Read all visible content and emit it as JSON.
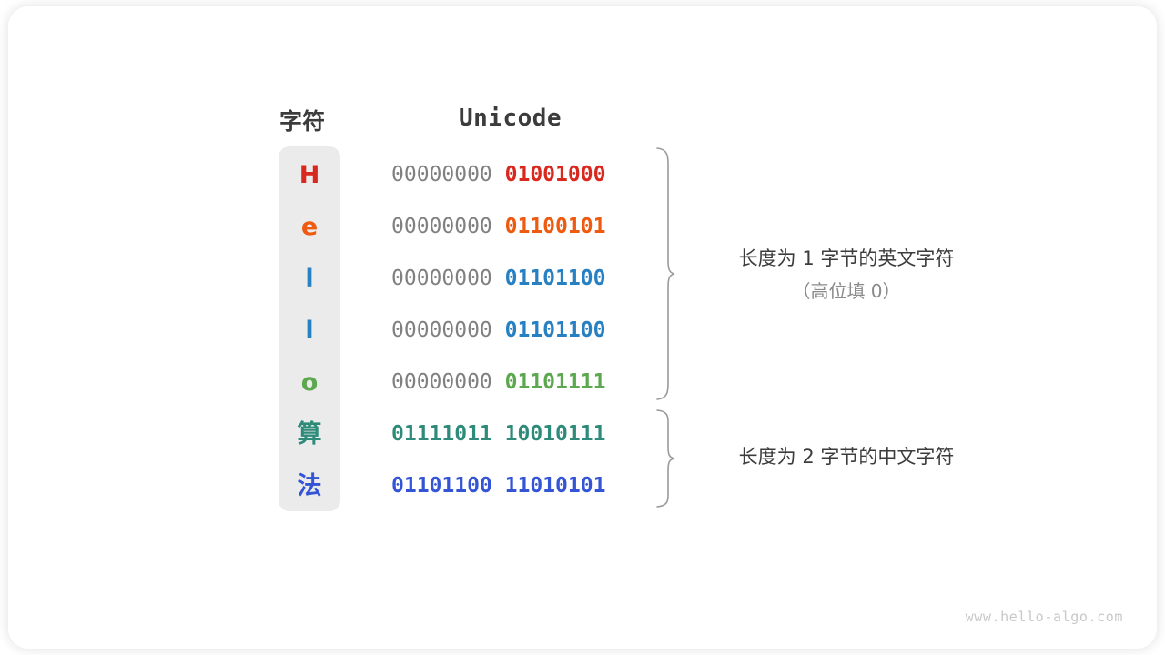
{
  "figure": {
    "headers": {
      "char": "字符",
      "unicode": "Unicode"
    },
    "rows": [
      {
        "char": "H",
        "high_byte": "00000000",
        "low_byte": "01001000",
        "color": "#d9281e",
        "high_bold": false
      },
      {
        "char": "e",
        "high_byte": "00000000",
        "low_byte": "01100101",
        "color": "#ee5a10",
        "high_bold": false
      },
      {
        "char": "l",
        "high_byte": "00000000",
        "low_byte": "01101100",
        "color": "#2680c2",
        "high_bold": false
      },
      {
        "char": "l",
        "high_byte": "00000000",
        "low_byte": "01101100",
        "color": "#2680c2",
        "high_bold": false
      },
      {
        "char": "o",
        "high_byte": "00000000",
        "low_byte": "01101111",
        "color": "#5ca84e",
        "high_bold": false
      },
      {
        "char": "算",
        "high_byte": "01111011",
        "low_byte": "10010111",
        "color": "#2e8b7a",
        "high_bold": true
      },
      {
        "char": "法",
        "high_byte": "01101100",
        "low_byte": "11010101",
        "color": "#3355d5",
        "high_bold": true
      }
    ],
    "annotations": {
      "one_byte_line1": "长度为 1 字节的英文字符",
      "one_byte_line2": "（高位填 0）",
      "two_byte_line1": "长度为 2 字节的中文字符"
    },
    "watermark": "www.hello-algo.com",
    "colors": {
      "char_column_bg": "#ebebeb",
      "high_byte_gray": "#808080",
      "header_text": "#3c3c3c",
      "brace_stroke": "#9a9a9a",
      "annotation_text": "#3c3c3c",
      "annotation_sub_text": "#8a8a8a",
      "watermark_text": "#c8c8c8",
      "card_bg": "#ffffff"
    }
  }
}
